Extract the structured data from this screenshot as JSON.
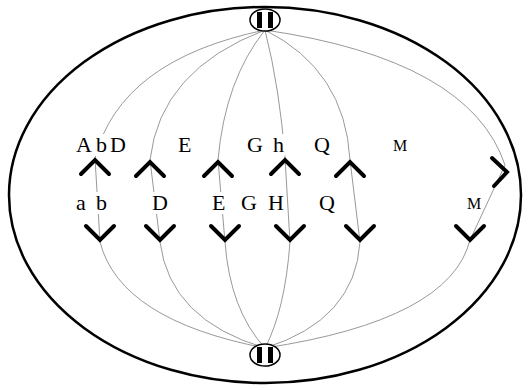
{
  "diagram": {
    "labels": [
      "A",
      "b",
      "D",
      "E",
      "G",
      "h",
      "Q",
      "M",
      "a",
      "b",
      "D",
      "E",
      "G",
      "H",
      "Q",
      "M"
    ]
  }
}
